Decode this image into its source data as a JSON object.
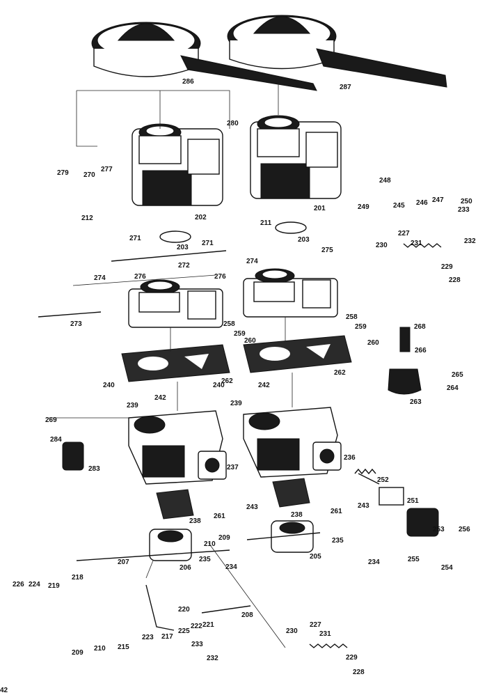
{
  "page_number": "42",
  "labels": [
    "286",
    "287",
    "280",
    "277",
    "270",
    "279",
    "212",
    "248",
    "249",
    "245",
    "246",
    "247",
    "250",
    "233",
    "232",
    "201",
    "211",
    "203",
    "202",
    "271",
    "227",
    "230",
    "231",
    "229",
    "228",
    "272",
    "275",
    "274",
    "276",
    "273",
    "258",
    "259",
    "260",
    "268",
    "266",
    "265",
    "264",
    "263",
    "262",
    "242",
    "240",
    "239",
    "269",
    "284",
    "283",
    "237",
    "236",
    "252",
    "251",
    "256",
    "253",
    "255",
    "254",
    "243",
    "261",
    "238",
    "209",
    "210",
    "235",
    "234",
    "207",
    "206",
    "205",
    "218",
    "226",
    "224",
    "219",
    "220",
    "217",
    "208",
    "222",
    "221",
    "225",
    "223",
    "215"
  ]
}
